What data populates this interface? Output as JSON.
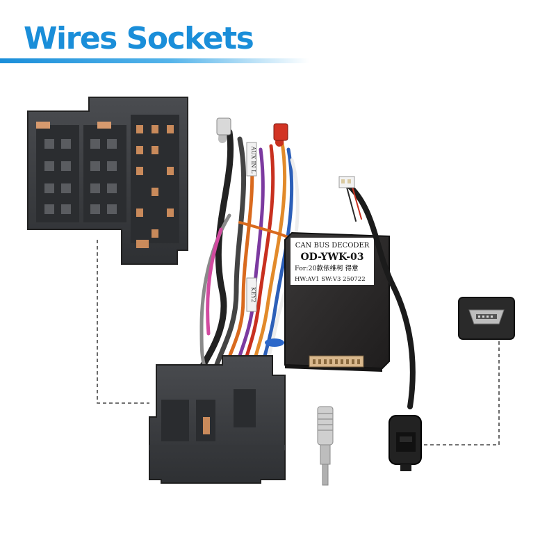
{
  "header": {
    "title": "Wires Sockets"
  },
  "decoder": {
    "line1": "CAN BUS DECODER",
    "line2": "OD-YWK-03",
    "line3": "For:20款依维柯 得意",
    "line4": "HW:AV1    SW:V3    250722"
  },
  "wire_tags": {
    "aux_tag": "AUX IN L",
    "key_tag": "KEY2"
  },
  "colors": {
    "accent": "#1a8ed9",
    "connector": "#3a3c3f",
    "decoder_box": "#2e2c2c"
  },
  "icons": [
    "iso-connector-image",
    "mini-usb-port-image",
    "antenna-adapter-image",
    "usb-plug-image"
  ]
}
